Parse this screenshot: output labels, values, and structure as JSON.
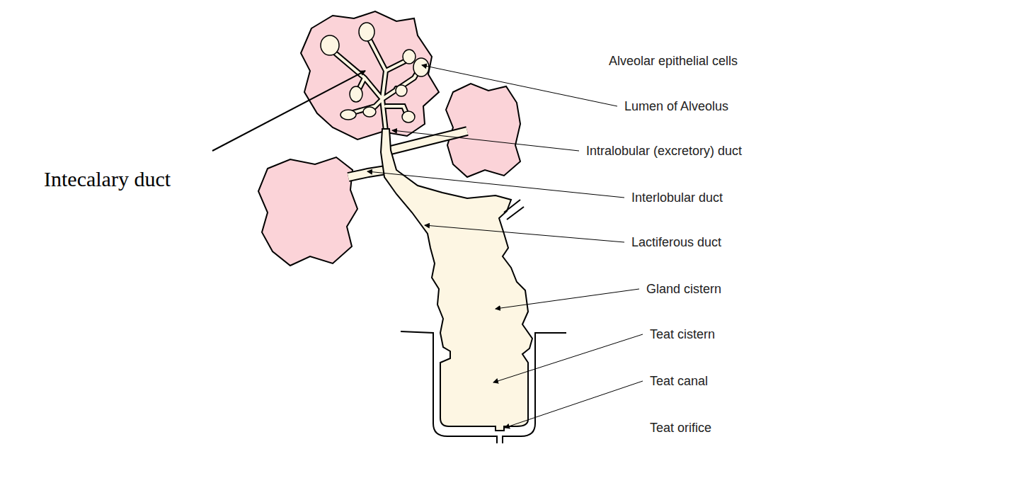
{
  "diagram": {
    "labels": [
      "Alveolar epithelial cells",
      "Lumen of Alveolus",
      "Intralobular (excretory) duct",
      "Interlobular duct",
      "Lactiferous duct",
      "Gland cistern",
      "Teat cistern",
      "Teat canal",
      "Teat orifice",
      "Intecalary duct"
    ]
  }
}
